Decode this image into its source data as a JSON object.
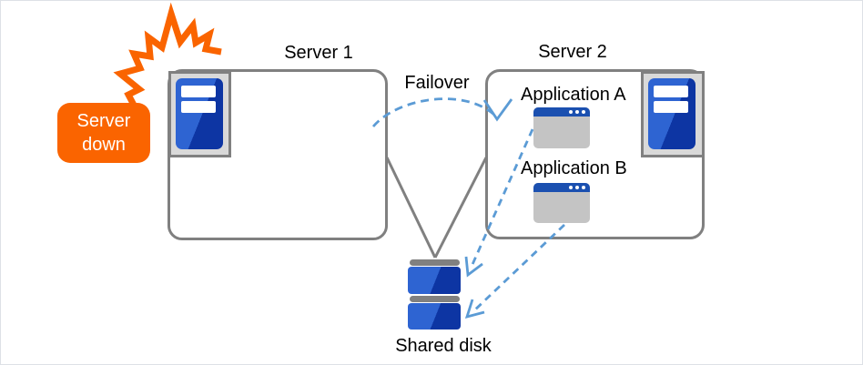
{
  "diagram": {
    "title_implicit": "Failover diagram",
    "callout": {
      "label": "Server down"
    },
    "server1": {
      "title": "Server 1"
    },
    "server2": {
      "title": "Server 2"
    },
    "applications": [
      {
        "label": "Application A"
      },
      {
        "label": "Application B"
      }
    ],
    "failover": {
      "label": "Failover"
    },
    "shared_disk": {
      "label": "Shared disk"
    }
  },
  "icons": {
    "burst": "explosion-burst-icon",
    "server": "server-tower-icon",
    "app_window": "application-window-icon",
    "disk": "disk-stack-icon",
    "failover_arrow": "dashed-curved-arrow",
    "app_to_disk_arrows": "dashed-straight-arrows"
  },
  "colors": {
    "orange": "#fa6400",
    "arrow_blue": "#5b9bd5",
    "connector_gray": "#808080",
    "box_border_gray": "#808080",
    "icon_bg_gray": "#d9d9d9",
    "window_body_gray": "#c4c4c4",
    "titlebar_blue": "#1b50b0",
    "server_blue_light": "#2e64d2",
    "server_blue_dark": "#0d35a3",
    "text_black": "#000000",
    "callout_text": "#ffffff",
    "frame_border": "#dde1e6"
  }
}
